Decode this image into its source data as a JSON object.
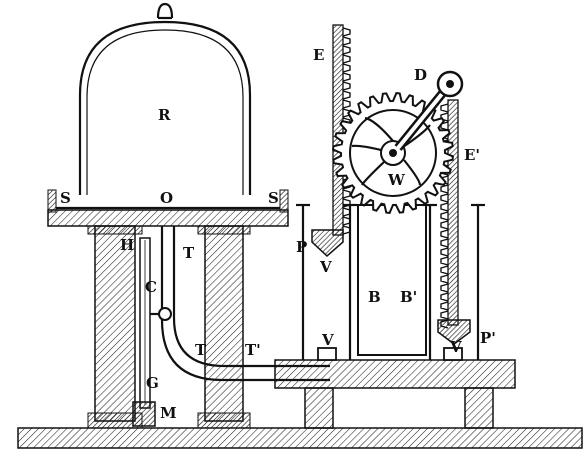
{
  "labels": {
    "R": "R",
    "S_left": "S",
    "S_right": "S",
    "O": "O",
    "H": "H",
    "T_upper": "T",
    "T_lower": "T",
    "T_prime": "T'",
    "C": "C",
    "G": "G",
    "M": "M",
    "E": "E",
    "E_prime": "E'",
    "D": "D",
    "W": "W",
    "P": "P",
    "P_prime": "P'",
    "V_upper": "V",
    "V_mid": "V",
    "V_right": "V",
    "B": "B",
    "B_prime": "B'"
  }
}
